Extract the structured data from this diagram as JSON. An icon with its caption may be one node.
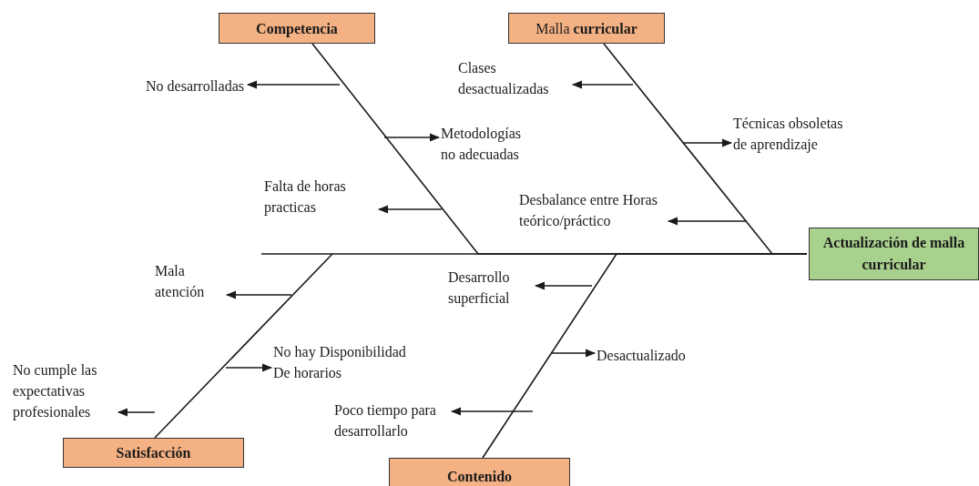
{
  "diagram": {
    "nodes": [
      {
        "text": [
          "Competencia"
        ]
      },
      {
        "text": [
          "Malla **curricular**"
        ]
      },
      {
        "text": [
          "No desarrolladas"
        ]
      },
      {
        "text": [
          "Clases desactualizadas"
        ]
      },
      {
        "text": [
          "Metodologías no adecuadas"
        ]
      },
      {
        "text": [
          "Técnicas obsoletas de aprendizaje"
        ]
      },
      {
        "text": [
          "Falta de horas practicas"
        ]
      },
      {
        "text": [
          "Desbalance entre Horas teórico/práctico"
        ]
      },
      {
        "text": [
          "Actualización de malla curricular"
        ]
      },
      {
        "text": [
          "Mala atención"
        ]
      },
      {
        "text": [
          "Desarrollo superficial"
        ]
      },
      {
        "text": [
          "No hay Disponibilidad De horarios"
        ]
      },
      {
        "text": [
          "Desactualizado"
        ]
      },
      {
        "text": [
          "No cumple las expectativas profesionales"
        ]
      },
      {
        "text": [
          "Poco tiempo para desarrollarlo"
        ]
      },
      {
        "text": [
          "Satisfacción"
        ]
      },
      {
        "text": [
          "Contenido"
        ]
      }
    ],
    "edges": [
      {
        "from": 0,
        "to": 8,
        "arrow": "none"
      },
      {
        "from": 1,
        "to": 8,
        "arrow": "none"
      },
      {
        "from": 15,
        "to": 8,
        "arrow": "none"
      },
      {
        "from": 16,
        "to": 8,
        "arrow": "none"
      },
      {
        "from": null,
        "to": 2,
        "arrow": "to"
      },
      {
        "from": null,
        "to": 3,
        "arrow": "to"
      },
      {
        "from": null,
        "to": 4,
        "arrow": "to"
      },
      {
        "from": null,
        "to": 5,
        "arrow": "to"
      },
      {
        "from": null,
        "to": 6,
        "arrow": "to"
      },
      {
        "from": null,
        "to": 7,
        "arrow": "to"
      },
      {
        "from": null,
        "to": 9,
        "arrow": "to"
      },
      {
        "from": null,
        "to": 10,
        "arrow": "to"
      },
      {
        "from": null,
        "to": 11,
        "arrow": "to"
      },
      {
        "from": null,
        "to": 12,
        "arrow": "to"
      },
      {
        "from": null,
        "to": 13,
        "arrow": "to"
      },
      {
        "from": null,
        "to": 14,
        "arrow": "to"
      }
    ]
  }
}
